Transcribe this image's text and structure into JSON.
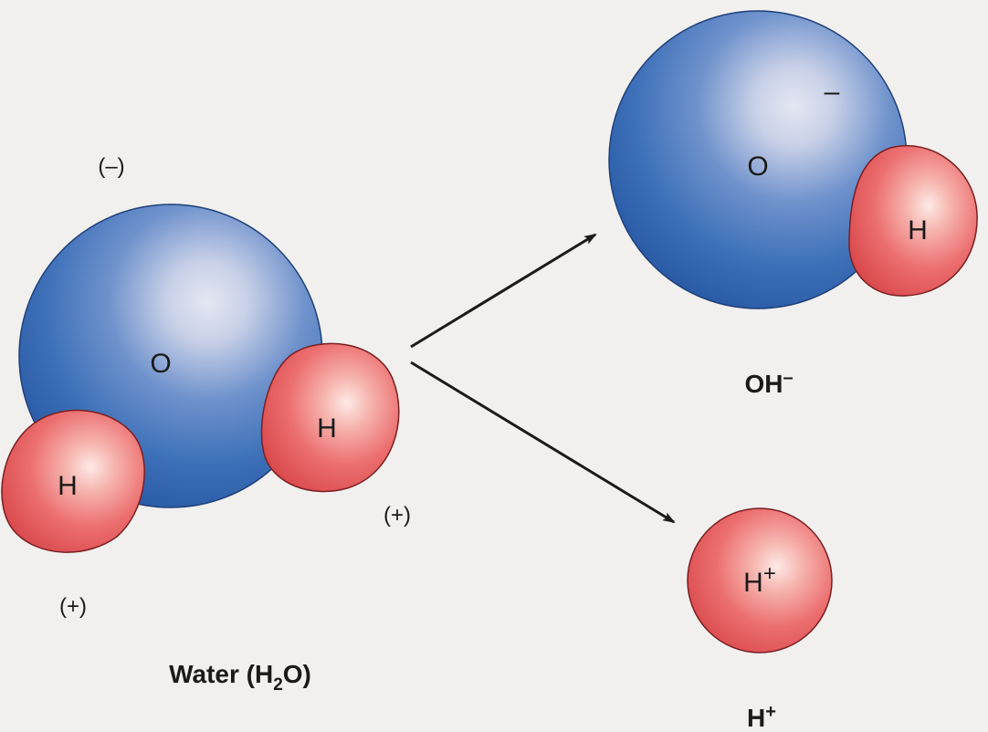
{
  "water": {
    "oxygen_label": "O",
    "hydrogen_left_label": "H",
    "hydrogen_right_label": "H",
    "charge_top": "(–)",
    "charge_right": "(+)",
    "charge_bottom": "(+)",
    "caption_prefix": "Water (H",
    "caption_subscript": "2",
    "caption_suffix": "O)"
  },
  "hydroxide": {
    "oxygen_label": "O",
    "hydrogen_label": "H",
    "charge_mark": "–",
    "caption": "OH",
    "caption_superscript": "–"
  },
  "hydrogen_ion": {
    "atom_label": "H",
    "atom_superscript": "+",
    "caption": "H",
    "caption_superscript": "+"
  },
  "colors": {
    "oxygen": "#3d70b8",
    "oxygen_dark": "#2a5aa6",
    "oxygen_highlight": "#dfe4f1",
    "hydrogen": "#ec6f70",
    "hydrogen_dark": "#d7474a",
    "hydrogen_highlight": "#fde8e4",
    "arrow": "#1a1a1a",
    "background": "#f1f0ee"
  }
}
